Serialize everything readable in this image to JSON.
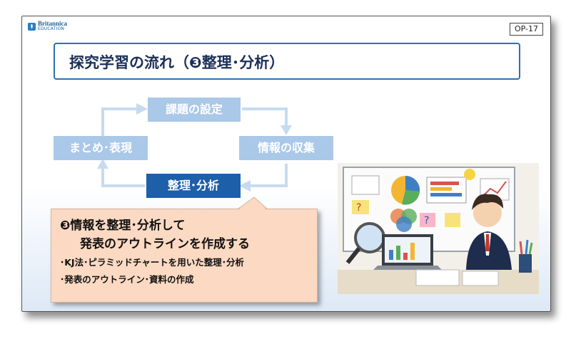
{
  "logo": {
    "line1": "Britannica",
    "line2": "EDUCATION"
  },
  "code": "OP-17",
  "title": "探究学習の流れ（❸整理･分析）",
  "cycle": {
    "setting": "課題の設定",
    "collection": "情報の収集",
    "analysis": "整理･分析",
    "summary": "まとめ･表現"
  },
  "callout": {
    "heading_line1": "❸情報を整理･分析して",
    "heading_line2": "発表のアウトラインを作成する",
    "bullet1": "･KJ法･ピラミッドチャートを用いた整理･分析",
    "bullet2": "･発表のアウトライン･資料の作成"
  },
  "colors": {
    "active": "#1d5fa8",
    "inactive": "#aac8e8",
    "title_border": "#2d6fb5",
    "callout": "#fbd9c2"
  },
  "icons": {
    "logo": "britannica-thistle-icon"
  }
}
